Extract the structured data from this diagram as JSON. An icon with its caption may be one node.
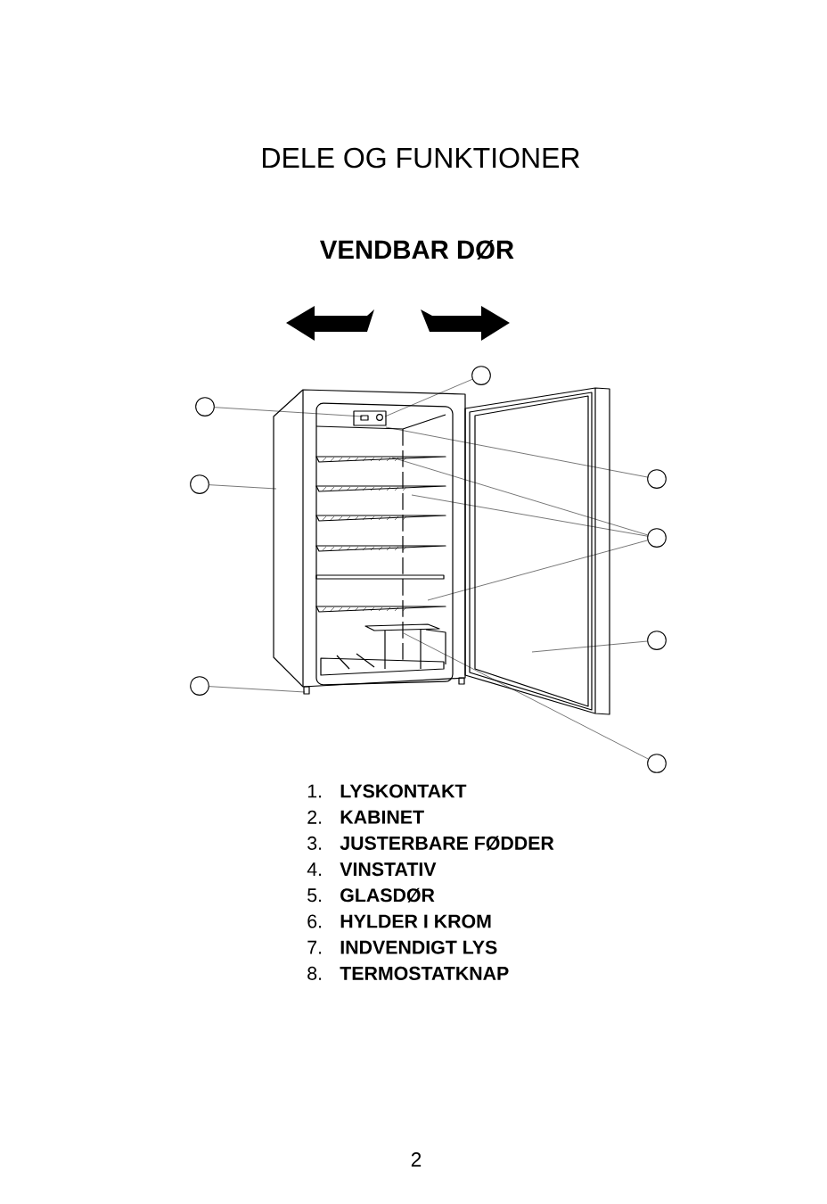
{
  "diagram": {
    "title": "DELE OG FUNKTIONER",
    "nodes": [
      {
        "text": [],
        "shape": "picture"
      },
      {
        "text": [],
        "shape": "circle"
      },
      {
        "text": [],
        "shape": "circle"
      },
      {
        "text": [],
        "shape": "circle"
      },
      {
        "text": [],
        "shape": "circle"
      },
      {
        "text": [],
        "shape": "circle"
      },
      {
        "text": [],
        "shape": "circle"
      },
      {
        "text": [],
        "shape": "circle"
      },
      {
        "text": [],
        "shape": "circle"
      }
    ],
    "edges": [
      {
        "from": 1,
        "to": 0,
        "arrow": "none"
      },
      {
        "from": 2,
        "to": 0,
        "arrow": "none"
      },
      {
        "from": 3,
        "to": 0,
        "arrow": "none"
      },
      {
        "from": 4,
        "to": 0,
        "arrow": "none"
      },
      {
        "from": 5,
        "to": 0,
        "arrow": "none"
      },
      {
        "from": 5,
        "to": 0,
        "arrow": "none"
      },
      {
        "from": 5,
        "to": 0,
        "arrow": "none"
      },
      {
        "from": 6,
        "to": 0,
        "arrow": "none"
      },
      {
        "from": 7,
        "to": 0,
        "arrow": "none"
      },
      {
        "from": 8,
        "to": 0,
        "arrow": "none"
      }
    ],
    "labels": [
      "VENDBAR DØR",
      "1.",
      "LYSKONTAKT",
      "2.",
      "KABINET",
      "3.",
      "JUSTERBARE FØDDER",
      "4.",
      "VINSTATIV",
      "5.",
      "GLASDØR",
      "6.",
      "HYLDER I KROM",
      "7.",
      "INDVENDIGT LYS",
      "8.",
      "TERMOSTATKNAP",
      "2"
    ]
  }
}
